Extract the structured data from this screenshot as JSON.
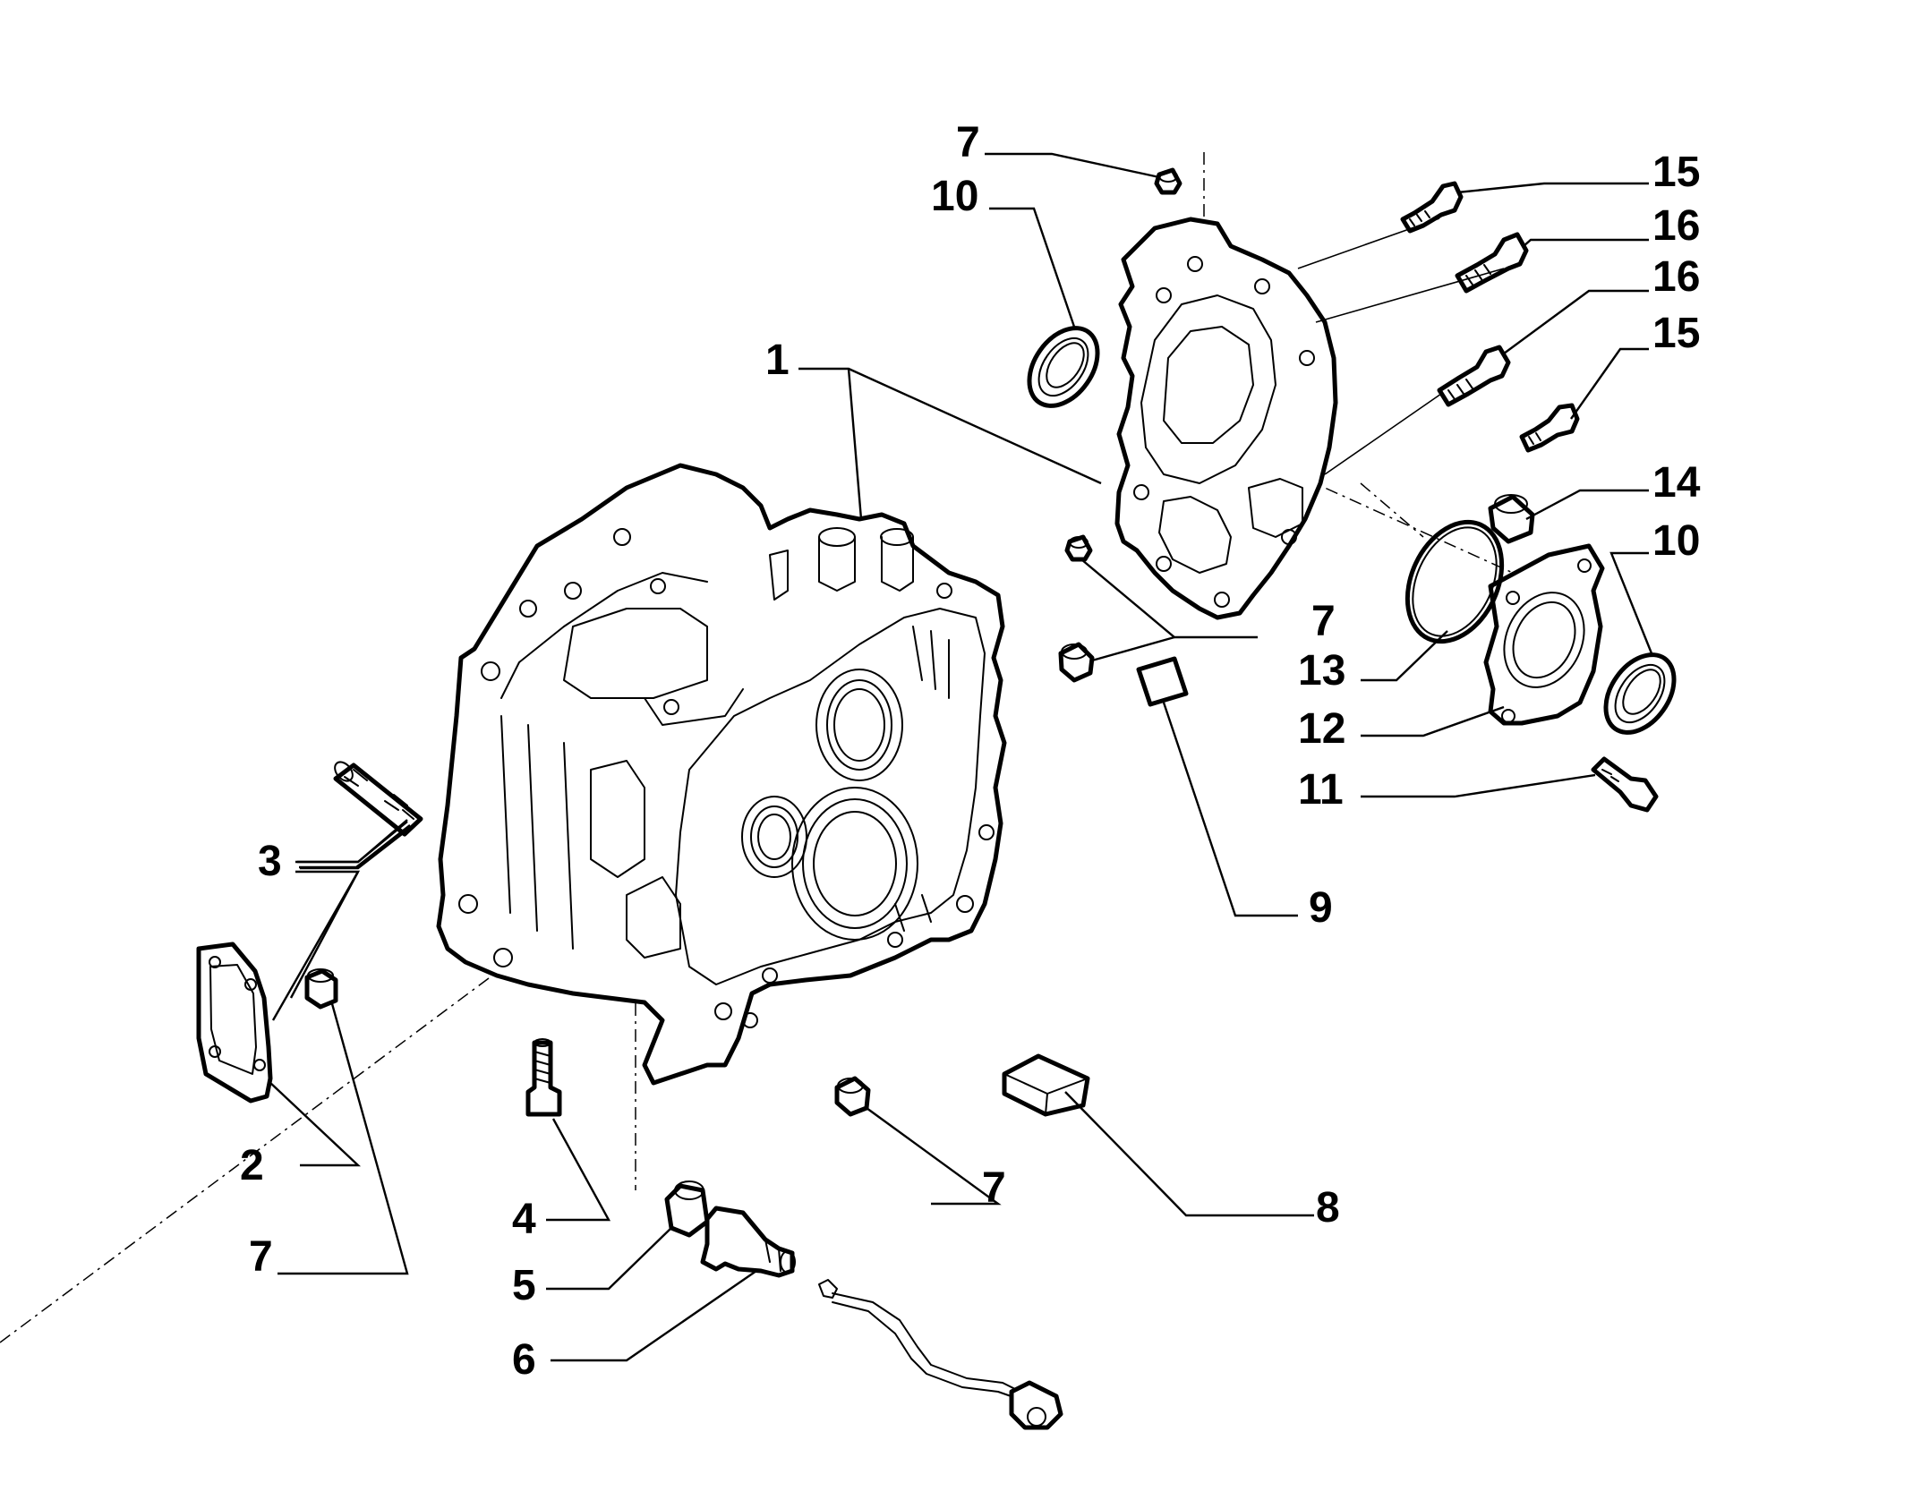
{
  "diagram": {
    "callouts": [
      {
        "id": "c1",
        "label": "1"
      },
      {
        "id": "c2",
        "label": "2"
      },
      {
        "id": "c3",
        "label": "3"
      },
      {
        "id": "c4",
        "label": "4"
      },
      {
        "id": "c5",
        "label": "5"
      },
      {
        "id": "c6",
        "label": "6"
      },
      {
        "id": "c7a",
        "label": "7"
      },
      {
        "id": "c7b",
        "label": "7"
      },
      {
        "id": "c7c",
        "label": "7"
      },
      {
        "id": "c7d",
        "label": "7"
      },
      {
        "id": "c8",
        "label": "8"
      },
      {
        "id": "c9",
        "label": "9"
      },
      {
        "id": "c10a",
        "label": "10"
      },
      {
        "id": "c10b",
        "label": "10"
      },
      {
        "id": "c11",
        "label": "11"
      },
      {
        "id": "c12",
        "label": "12"
      },
      {
        "id": "c13",
        "label": "13"
      },
      {
        "id": "c14",
        "label": "14"
      },
      {
        "id": "c15a",
        "label": "15"
      },
      {
        "id": "c15b",
        "label": "15"
      },
      {
        "id": "c16a",
        "label": "16"
      },
      {
        "id": "c16b",
        "label": "16"
      }
    ]
  }
}
